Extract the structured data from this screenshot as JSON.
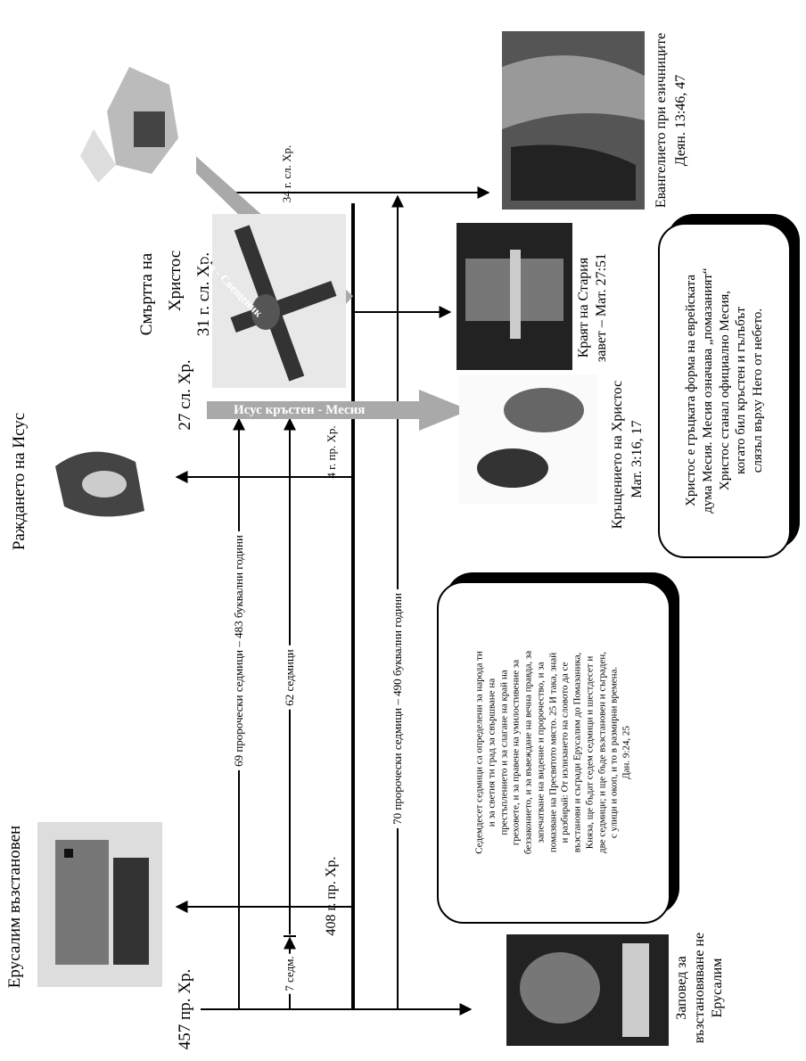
{
  "events": {
    "decree_year": "457 пр. Хр.",
    "jerusalem_restored": "Ерусалим възстановен",
    "decree_caption": "Заповед за възстановяване не Ерусалим",
    "birth_of_jesus": "Раждането на Исус",
    "year_4bc": "4 г. пр. Хр.",
    "year_408bc": "408 г. пр. Хр.",
    "year_27ad": "27 сл. Хр.",
    "death_line1": "Смъртта на",
    "death_line2": "Христос",
    "death_line3": "31 г. сл. Хр.",
    "year_34ad": "34 г. сл. Хр.",
    "baptism_line1": "Кръщението на Христос",
    "baptism_line2": "Мат. 3:16, 17",
    "end_old_line1": "Краят на Стария",
    "end_old_line2": "завет – Мат. 27:51",
    "gospel_line1": "Евангелието при езичниците",
    "gospel_line2": "Деян. 13:46, 47"
  },
  "spans": {
    "weeks69": "69 пророчески седмици – 483 буквални години",
    "weeks62": "62 седмици",
    "weeks7": "7 седм.",
    "weeks70": "70 пророчески седмици – 490 буквални години"
  },
  "arrows": {
    "baptized": "Исус кръстен - Месия",
    "after_cross": "След кръста - Свещеник"
  },
  "quote": {
    "lines": [
      "Седемдесет седмици са определени за народа ти",
      "и за светия ти град за свършване на",
      "престъплението и за слагане на край на",
      "греховете, и за правене на умилостивение за",
      "беззаконието, и за въвеждане на вечна правда, за",
      "запечатване на видение и пророчество, и за",
      "помазване на Пресвятото място. 25 И така, знай",
      "и разбирай: От излизането на словото да се",
      "възстанови и съгради Ерусалим до Помазаника,",
      "Княза, ще бъдат седем седмици и шестдесет и",
      "две седмици; и ще бъде възстановен и съграден,",
      "с улици и окоп, и то в размирни времена.",
      "Дан. 9:24, 25"
    ]
  },
  "messiah_note": {
    "lines": [
      "Христос е гръцката форма на еврейската",
      "дума Месия. Месия означава „помазаният“",
      "Христос станал официално Месия,",
      "когато бил кръстен и гълъбът",
      "слязъл върху Него от небето."
    ]
  },
  "colors": {
    "ink": "#000000",
    "arrow_gray": "#a9a9a9",
    "paper": "#ffffff"
  }
}
